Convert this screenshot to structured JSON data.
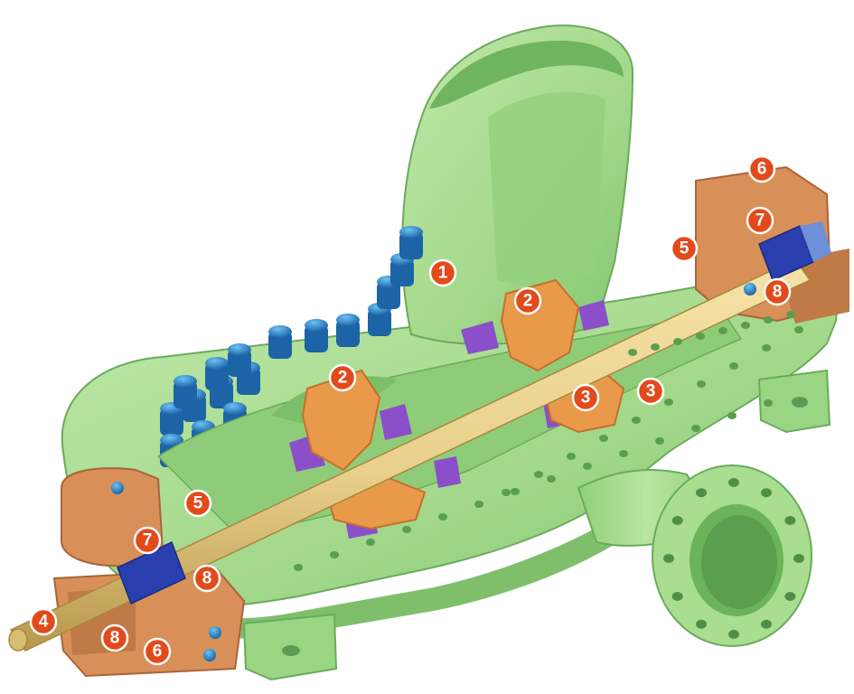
{
  "diagram": {
    "subject": "cutaway-split-case-centrifugal-pump",
    "palette": {
      "casing": "#a9dd90",
      "casing_shadow": "#7fc46e",
      "casing_dark": "#5fa455",
      "shaft": "#e8cf8a",
      "shaft_shadow": "#c7a860",
      "impeller": "#e89a4a",
      "impeller_dark": "#c66f2a",
      "wear_ring": "#8a4fc9",
      "bolts": "#2f8fd6",
      "bolts_dark": "#1c64a6",
      "bearing_housing": "#d99058",
      "sleeve_blue": "#2a3fae",
      "callout_fill": "#e24a1c",
      "callout_stroke": "#ffffff"
    },
    "callouts": [
      {
        "id": "c1",
        "label": "1"
      },
      {
        "id": "c2a",
        "label": "2"
      },
      {
        "id": "c2b",
        "label": "2"
      },
      {
        "id": "c3a",
        "label": "3"
      },
      {
        "id": "c3b",
        "label": "3"
      },
      {
        "id": "c4",
        "label": "4"
      },
      {
        "id": "c5a",
        "label": "5"
      },
      {
        "id": "c5b",
        "label": "5"
      },
      {
        "id": "c6a",
        "label": "6"
      },
      {
        "id": "c6b",
        "label": "6"
      },
      {
        "id": "c7a",
        "label": "7"
      },
      {
        "id": "c7b",
        "label": "7"
      },
      {
        "id": "c8a",
        "label": "8"
      },
      {
        "id": "c8b",
        "label": "8"
      },
      {
        "id": "c8c",
        "label": "8"
      }
    ]
  }
}
